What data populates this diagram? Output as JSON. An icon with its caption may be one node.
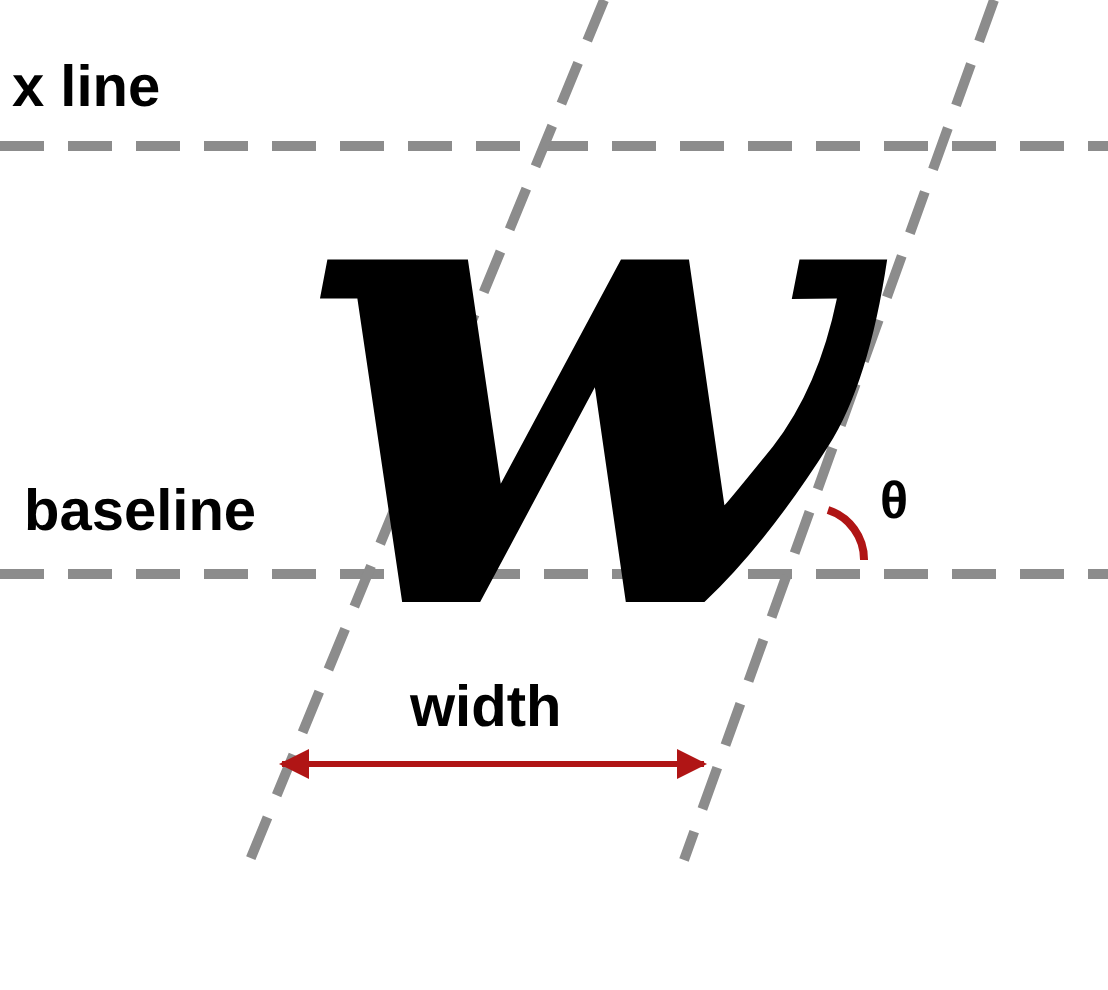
{
  "diagram": {
    "labels": [
      "x line",
      "w",
      "baseline",
      "θ",
      "width"
    ]
  }
}
